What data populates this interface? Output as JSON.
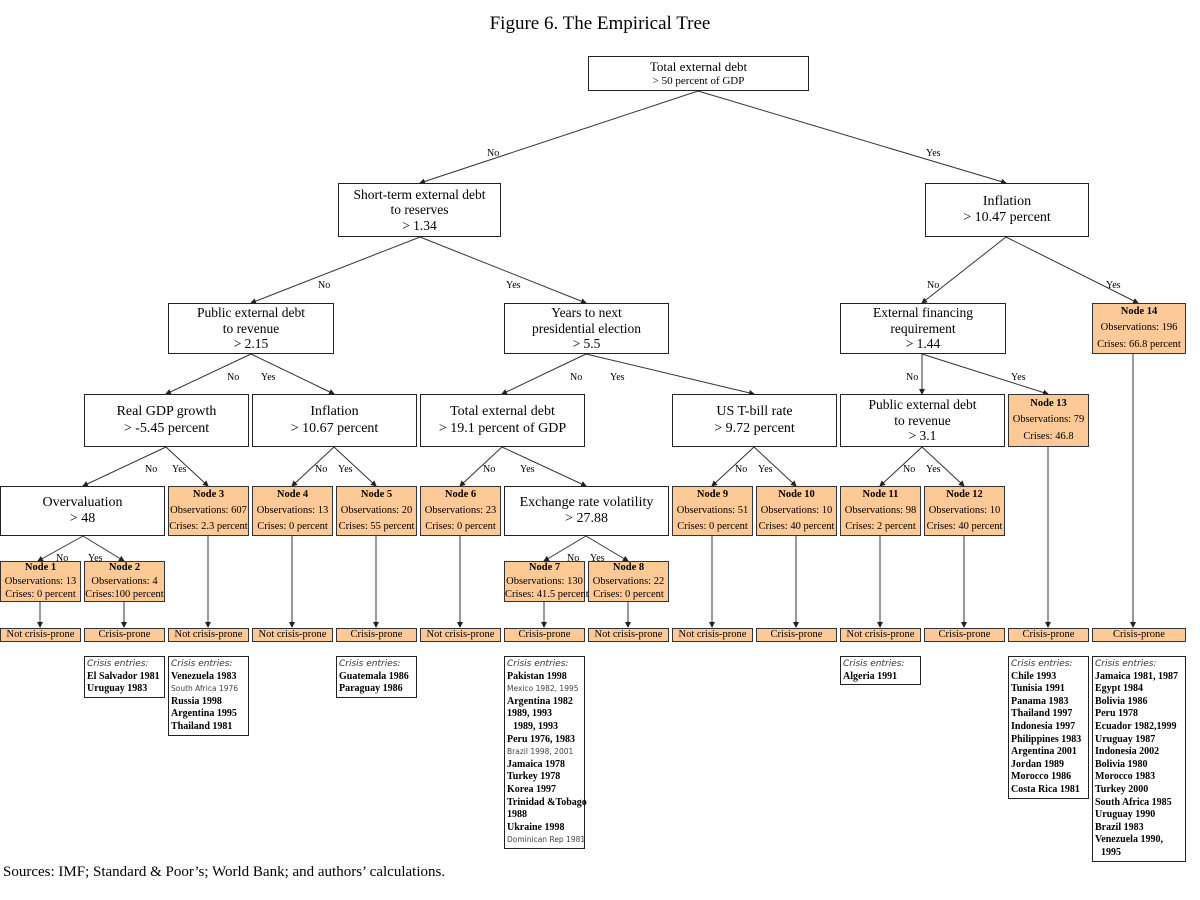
{
  "title": "Figure 6. The Empirical Tree",
  "sources": "Sources: IMF; Standard & Poor’s; World Bank; and authors’ calculations.",
  "branch_labels": {
    "no": "No",
    "yes": "Yes"
  },
  "colors": {
    "leaf_fill": "#fcc997",
    "border": "#222222",
    "background": "#ffffff"
  },
  "splits": {
    "root": {
      "lines": [
        "Total external debt",
        "> 50 percent of GDP"
      ]
    },
    "short_term_debt": {
      "lines": [
        "Short-term external debt",
        "to reserves",
        "> 1.34"
      ]
    },
    "inflation_1047": {
      "lines": [
        "Inflation",
        "> 10.47 percent"
      ]
    },
    "public_debt_215": {
      "lines": [
        "Public external debt",
        "to revenue",
        "> 2.15"
      ]
    },
    "years_election": {
      "lines": [
        "Years to next",
        "presidential election",
        "> 5.5"
      ]
    },
    "ext_financing": {
      "lines": [
        "External financing",
        "requirement",
        "> 1.44"
      ]
    },
    "real_gdp": {
      "lines": [
        "Real GDP growth",
        "> -5.45 percent"
      ]
    },
    "inflation_1067": {
      "lines": [
        "Inflation",
        "> 10.67 percent"
      ]
    },
    "total_debt_191": {
      "lines": [
        "Total external debt",
        "> 19.1 percent of GDP"
      ]
    },
    "us_tbill": {
      "lines": [
        "US T-bill rate",
        "> 9.72 percent"
      ]
    },
    "public_debt_31": {
      "lines": [
        "Public external debt",
        "to revenue",
        "> 3.1"
      ]
    },
    "overvaluation": {
      "lines": [
        "Overvaluation",
        "> 48"
      ]
    },
    "exchange_vol": {
      "lines": [
        "Exchange rate volatility",
        "> 27.88"
      ]
    }
  },
  "nodes": {
    "n1": {
      "name": "Node 1",
      "obs": "Observations: 13",
      "crises": "Crises: 0 percent",
      "outcome": "Not crisis-prone"
    },
    "n2": {
      "name": "Node 2",
      "obs": "Observations: 4",
      "crises": "Crises:100 percent",
      "outcome": "Crisis-prone"
    },
    "n3": {
      "name": "Node 3",
      "obs": "Observations: 607",
      "crises": "Crises: 2.3 percent",
      "outcome": "Not crisis-prone"
    },
    "n4": {
      "name": "Node 4",
      "obs": "Observations: 13",
      "crises": "Crises: 0 percent",
      "outcome": "Not crisis-prone"
    },
    "n5": {
      "name": "Node 5",
      "obs": "Observations: 20",
      "crises": "Crises: 55 percent",
      "outcome": "Crisis-prone"
    },
    "n6": {
      "name": "Node 6",
      "obs": "Observations: 23",
      "crises": "Crises: 0 percent",
      "outcome": "Not crisis-prone"
    },
    "n7": {
      "name": "Node 7",
      "obs": "Observations: 130",
      "crises": "Crises: 41.5 percent",
      "outcome": "Crisis-prone"
    },
    "n8": {
      "name": "Node 8",
      "obs": "Observations: 22",
      "crises": "Crises: 0 percent",
      "outcome": "Not crisis-prone"
    },
    "n9": {
      "name": "Node 9",
      "obs": "Observations: 51",
      "crises": "Crises: 0 percent",
      "outcome": "Not crisis-prone"
    },
    "n10": {
      "name": "Node 10",
      "obs": "Observations: 10",
      "crises": "Crises: 40 percent",
      "outcome": "Crisis-prone"
    },
    "n11": {
      "name": "Node 11",
      "obs": "Observations: 98",
      "crises": "Crises: 2 percent",
      "outcome": "Not crisis-prone"
    },
    "n12": {
      "name": "Node 12",
      "obs": "Observations: 10",
      "crises": "Crises: 40 percent",
      "outcome": "Crisis-prone"
    },
    "n13": {
      "name": "Node 13",
      "obs": "Observations: 79",
      "crises": "Crises: 46.8",
      "outcome": "Crisis-prone"
    },
    "n14": {
      "name": "Node 14",
      "obs": "Observations: 196",
      "crises": "Crises: 66.8 percent",
      "outcome": "Crisis-prone"
    }
  },
  "crisis_entries_header": "Crisis entries:",
  "crisis_entries": {
    "n2": [
      "El Salvador 1981",
      "Uruguay 1983"
    ],
    "n3": [
      "Venezuela 1983",
      "South Africa 1976",
      "Russia 1998",
      "Argentina 1995",
      "Thailand 1981"
    ],
    "n5": [
      "Guatemala 1986",
      "Paraguay 1986"
    ],
    "n7": [
      "Pakistan 1998",
      "Mexico 1982, 1995",
      "Argentina 1982",
      "1989, 1993",
      "1989, 1993",
      "Peru 1976, 1983",
      "Brazil 1998, 2001",
      "Jamaica 1978",
      "Turkey 1978",
      "Korea 1997",
      "Trinidad &Tobago",
      "1988",
      "Ukraine 1998",
      "Dominican Rep 1981"
    ],
    "n11": [
      "Algeria 1991"
    ],
    "n13": [
      "Chile 1993",
      "Tunisia 1991",
      "Panama 1983",
      "Thailand 1997",
      "Indonesia 1997",
      "Philippines 1983",
      "Argentina 2001",
      "Jordan 1989",
      "Morocco 1986",
      "Costa Rica 1981"
    ],
    "n14": [
      "Jamaica 1981, 1987",
      "Egypt 1984",
      "Bolivia 1986",
      "Peru 1978",
      "Ecuador 1982,1999",
      "Uruguay 1987",
      "Indonesia 2002",
      "Bolivia 1980",
      "Morocco 1983",
      "Turkey 2000",
      "South Africa 1985",
      "Uruguay 1990",
      "Brazil 1983",
      "Venezuela 1990,",
      "1995"
    ]
  }
}
